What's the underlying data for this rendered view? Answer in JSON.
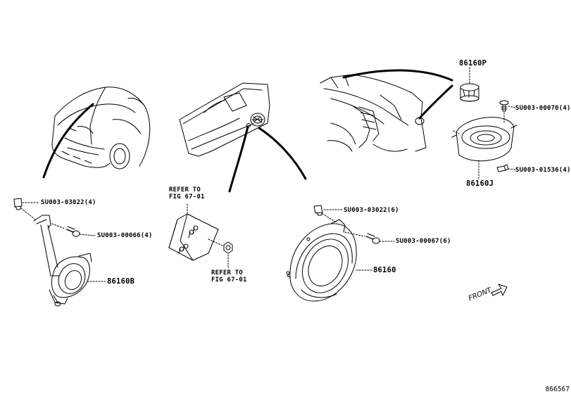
{
  "labels": {
    "part_86160P": "86160P",
    "part_86160J": "86160J",
    "part_86160B": "86160B",
    "part_86160": "86160",
    "bolt_su0003_00070": "SU003-00070(4)",
    "clip_su0003_01536": "SU003-01536(4)",
    "clip_su0003_03022_left": "SU003-03022(4)",
    "screw_su0003_00066": "SU003-00066(4)",
    "clip_su0003_03022_right": "SU003-03022(6)",
    "screw_su0003_00067": "SU003-00067(6)",
    "refer_top_line1": "REFER TO",
    "refer_top_line2": "FIG 67-01",
    "refer_bottom_line1": "REFER TO",
    "refer_bottom_line2": "FIG 67-01",
    "front": "FRONT"
  },
  "figure_id": "866567"
}
